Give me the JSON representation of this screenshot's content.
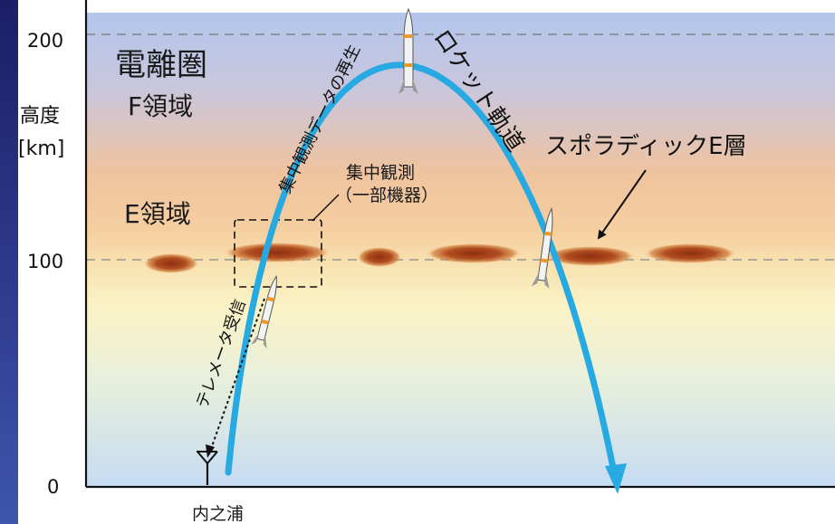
{
  "axis": {
    "y_title": "高度",
    "y_unit": "[km]",
    "ticks": [
      "200",
      "100",
      "0"
    ]
  },
  "labels": {
    "ionosphere": "電離圏",
    "f_region": "F領域",
    "e_region": "E領域",
    "concentrated_obs_line1": "集中観測",
    "concentrated_obs_line2": "（一部機器）",
    "sporadic_e": "スポラディックE層",
    "rocket_trajectory": "ロケット軌道",
    "data_playback": "集中観測データの再生",
    "telemetry": "テレメータ受信",
    "launch_site": "内之浦"
  },
  "icons": [
    "antenna-icon",
    "rocket-icon"
  ],
  "colors": {
    "trajectory": "#27a9e1",
    "sky_top": "#b7c9ec",
    "sky_orange": "#f3c29a",
    "sky_yellow": "#fbf2c0",
    "sky_bottom": "#cfe2f4",
    "e_layer_cloud": "#a6461d"
  }
}
